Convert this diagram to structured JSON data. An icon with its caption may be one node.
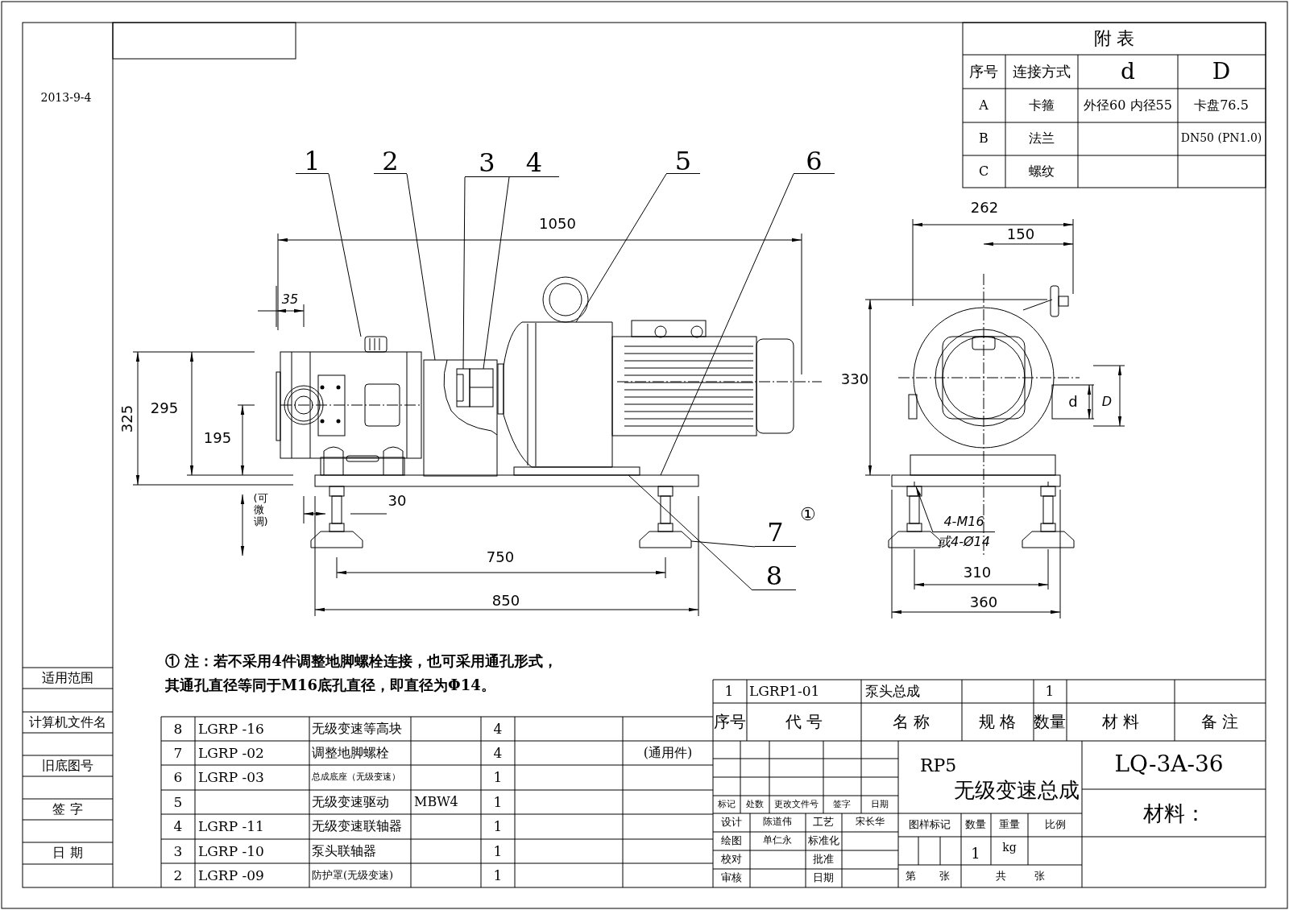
{
  "diagram": {
    "nodes": [
      {
        "text": [
          "1"
        ]
      },
      {
        "text": [
          "2"
        ]
      },
      {
        "text": [
          "3"
        ]
      },
      {
        "text": [
          "4"
        ]
      },
      {
        "text": [
          "5"
        ]
      },
      {
        "text": [
          "6"
        ]
      },
      {
        "text": [
          "7"
        ],
        "beside": [
          "①"
        ]
      },
      {
        "text": [
          "8"
        ]
      },
      {
        "text": [
          "4-M16",
          "或4-Ø14"
        ]
      },
      {
        "text": [],
        "shape": "picture"
      },
      {
        "text": [],
        "shape": "picture"
      },
      {
        "text": [],
        "shape": "picture",
        "in": 10
      },
      {
        "text": [],
        "shape": "picture",
        "in": 10
      },
      {
        "text": [],
        "shape": "picture"
      },
      {
        "text": [],
        "shape": "box"
      },
      {
        "text": [],
        "shape": "picture"
      },
      {
        "text": [],
        "shape": "box"
      },
      {
        "text": [],
        "shape": "picture"
      }
    ],
    "edges": [
      {
        "from": 0,
        "to": 9,
        "arrow": "none"
      },
      {
        "from": 1,
        "to": 10,
        "arrow": "none"
      },
      {
        "from": 2,
        "to": 11,
        "arrow": "none"
      },
      {
        "from": 3,
        "to": 12,
        "arrow": "none"
      },
      {
        "from": 4,
        "to": 13,
        "arrow": "none"
      },
      {
        "from": 5,
        "to": 14,
        "arrow": "none"
      },
      {
        "from": 6,
        "to": 15,
        "arrow": "none"
      },
      {
        "from": 7,
        "to": 16,
        "arrow": "none"
      },
      {
        "from": 8,
        "to": 17,
        "arrow": "to"
      }
    ],
    "labels": [
      "2013-9-4",
      "附 表",
      "序号",
      "连接方式",
      "d",
      "D",
      "A",
      "卡箍",
      "外径60 内径55",
      "卡盘76.5",
      "B",
      "法兰",
      "DN50 (PN1.0)",
      "C",
      "螺纹",
      "1050",
      "35",
      "325",
      "295",
      "195",
      "(可微调)",
      "30",
      "750",
      "850",
      "262",
      "150",
      "330",
      "d",
      "D",
      "310",
      "360",
      "① 注：若不采用4件调整地脚螺栓连接，也可采用通孔形式，其通孔直径等同于M16底孔直径，即直径为Φ14。",
      "适用范围",
      "计算机文件名",
      "旧底图号",
      "签 字",
      "日 期",
      "8",
      "LGRP -16",
      "无级变速等高块",
      "4",
      "7",
      "LGRP -02",
      "调整地脚螺栓",
      "4",
      "(通用件)",
      "6",
      "LGRP -03",
      "总成底座（无级变速）",
      "1",
      "5",
      "无级变速驱动",
      "MBW4",
      "1",
      "4",
      "LGRP -11",
      "无级变速联轴器",
      "1",
      "3",
      "LGRP -10",
      "泵头联轴器",
      "1",
      "2",
      "LGRP -09",
      "防护罩(无级变速)",
      "1",
      "1",
      "LGRP1-01",
      "泵头总成",
      "1",
      "序号",
      "代 号",
      "名 称",
      "规 格",
      "数量",
      "材 料",
      "备 注",
      "标记",
      "处数",
      "更改文件号",
      "签字",
      "日期",
      "设计",
      "陈道伟",
      "工艺",
      "宋长华",
      "绘图",
      "单仁永",
      "标准化",
      "校对",
      "批准",
      "审核",
      "日期",
      "RP5",
      "无级变速总成",
      "LQ-3A-36",
      "图样标记",
      "数量",
      "重量",
      "比例",
      "材料：",
      "1",
      "kg",
      "第",
      "张",
      "共",
      "张"
    ]
  }
}
